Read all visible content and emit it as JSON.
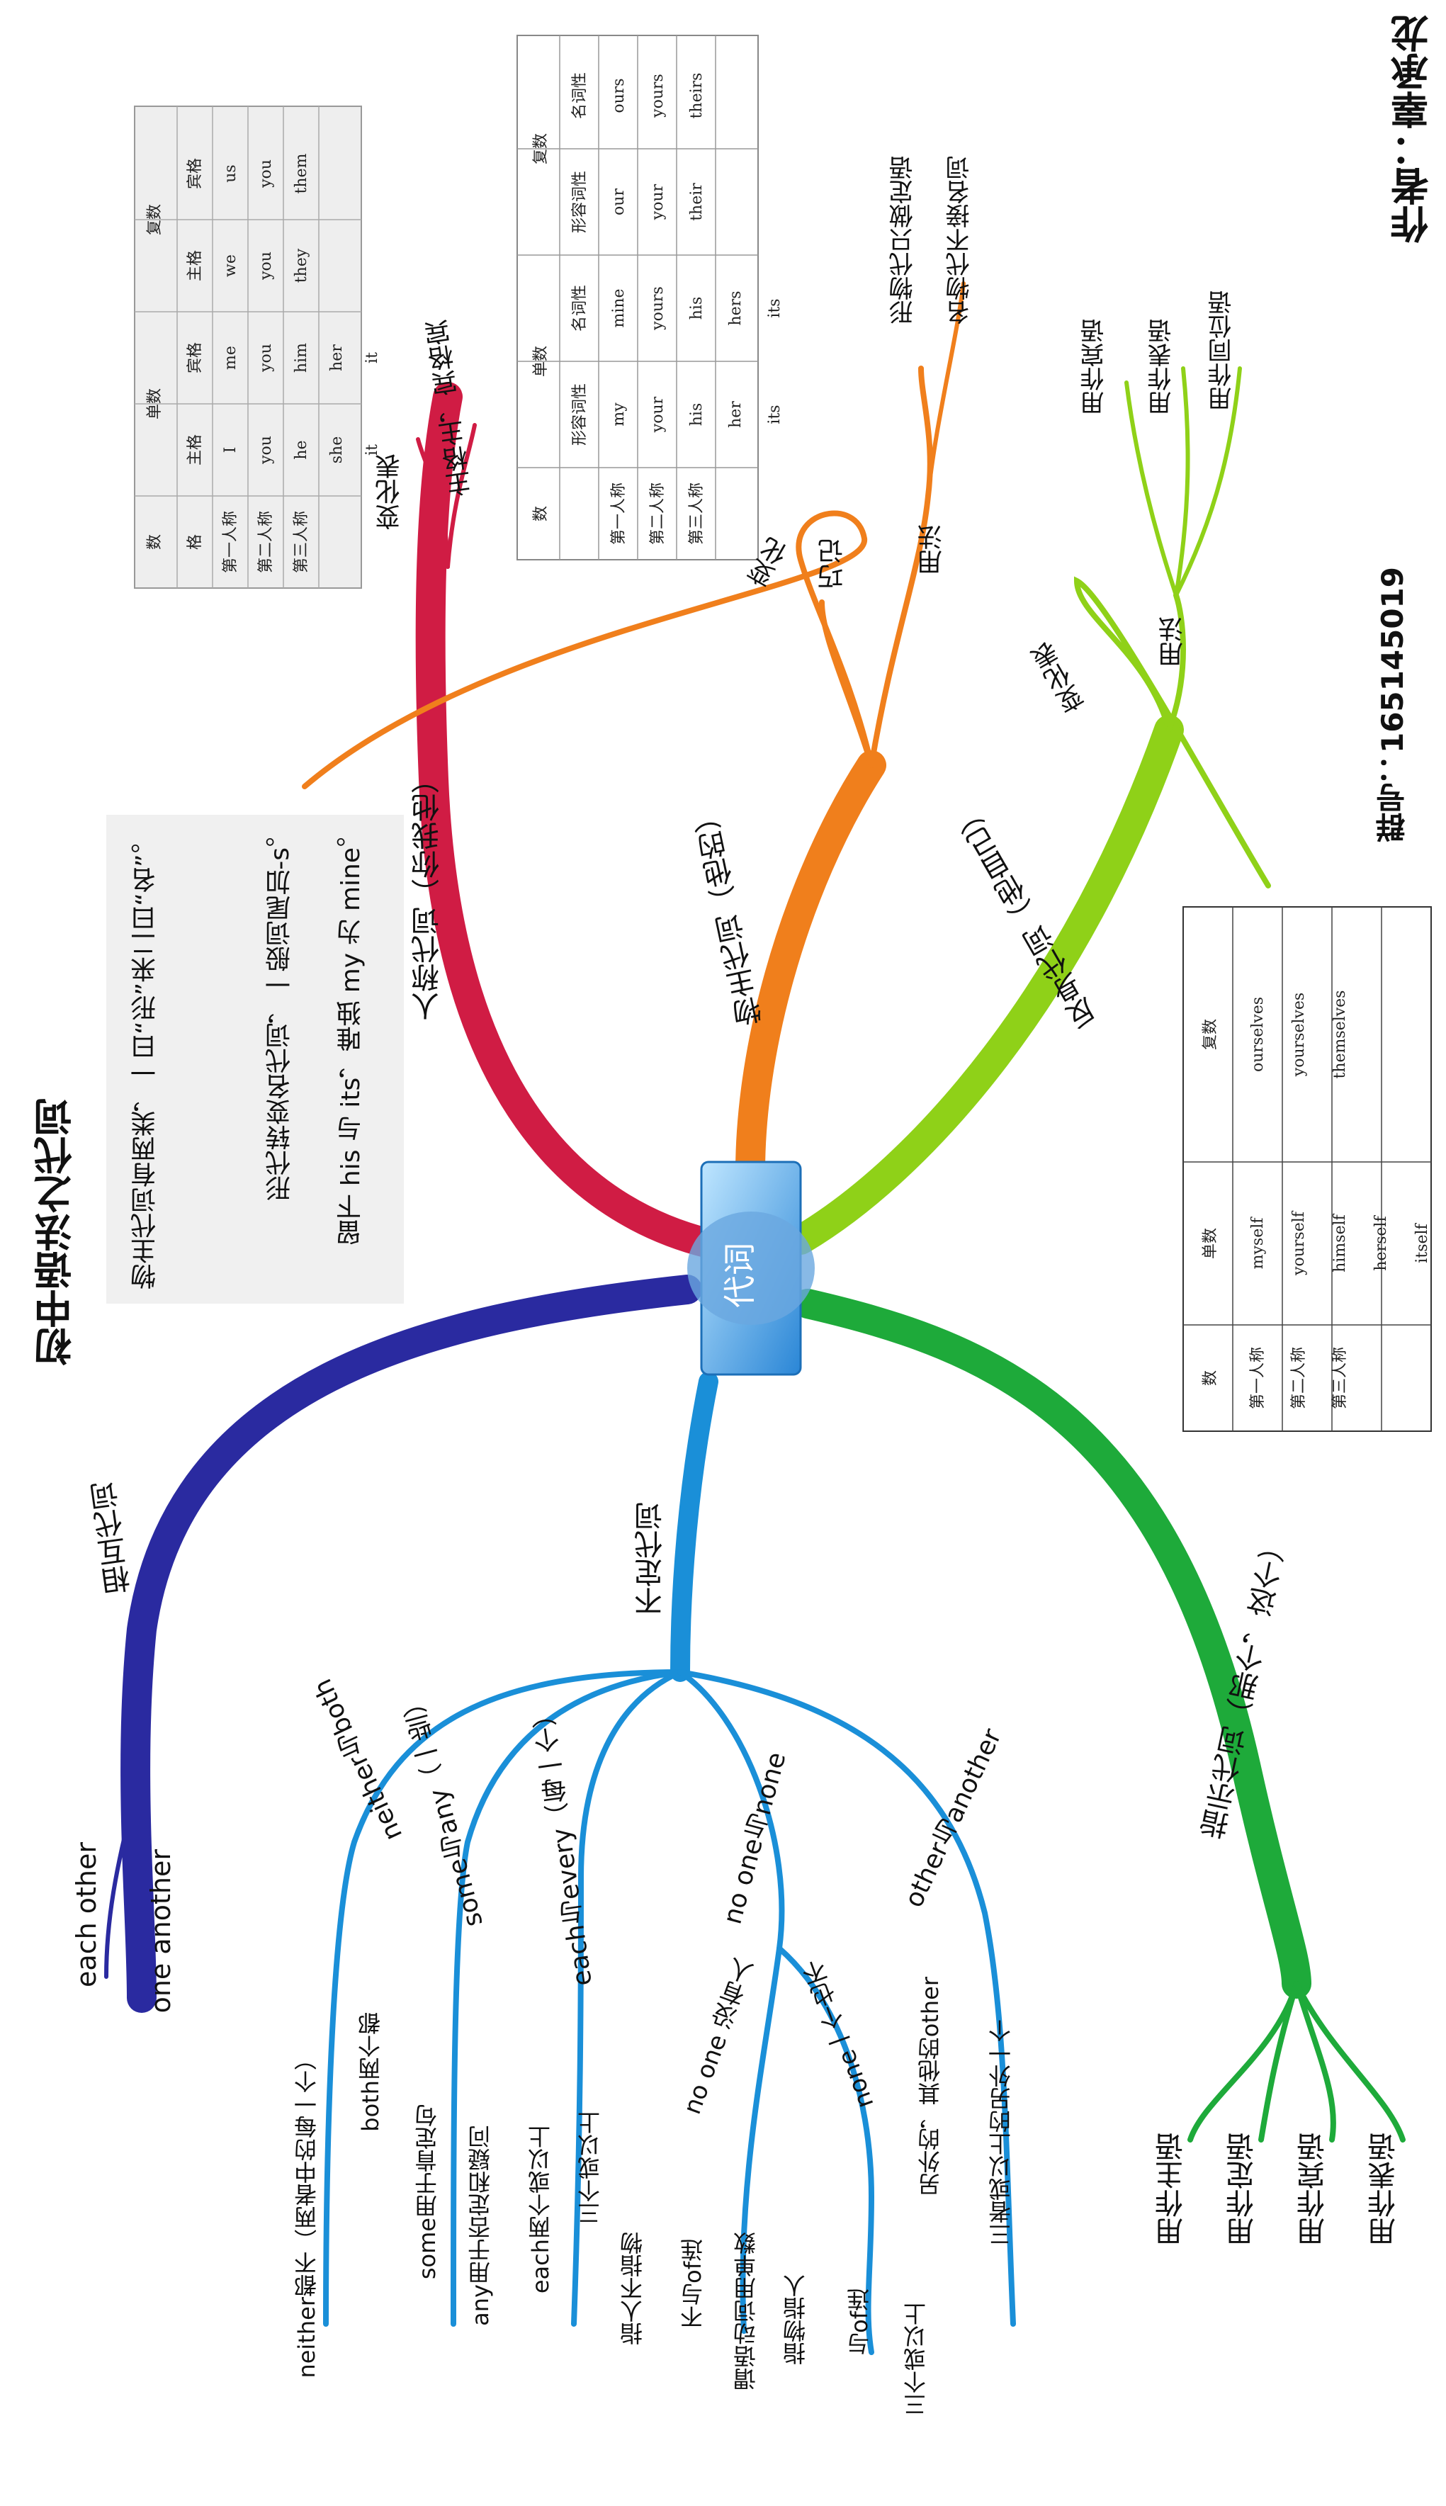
{
  "page": {
    "title": "初中语法之代词",
    "author": "作者：辜承龙",
    "group": "群号：165145019"
  },
  "center": {
    "label": "代词"
  },
  "branches": {
    "personal": {
      "label": "人称代词（你我他）",
      "color": "#d01c44",
      "children": [
        "变化表",
        "主格主，宾格宾"
      ]
    },
    "possessive": {
      "label": "物主代词（他的）",
      "color": "#f07f1c",
      "children": [
        "变化",
        "巧记",
        "用法"
      ],
      "usage": [
        "形物代只做定语",
        "名物代不接名词"
      ]
    },
    "reflexive": {
      "label": "反身代词（他自己）",
      "color": "#8fd118",
      "children": [
        "变化表",
        "用法"
      ],
      "usage": [
        "用作宾语",
        "用作表语",
        "用作同位语"
      ]
    },
    "demonstrative": {
      "label": "指示代词（那个，这个）",
      "color": "#1eaa3a",
      "usage": [
        "用作主语",
        "用作定语",
        "用作宾语",
        "用作表语"
      ]
    },
    "indefinite": {
      "label": "不定代词",
      "color": "#1a8fd8",
      "groups": [
        {
          "label": "neither与both",
          "items": [
            "neither都不（两者中的每一个）",
            "both两个都"
          ]
        },
        {
          "label": "some与any（一些）",
          "items": [
            "some用于肯定句",
            "any用于否定和疑问"
          ]
        },
        {
          "label": "each与every（每一个）",
          "items": [
            "each两个或以上",
            "三个或以上"
          ]
        },
        {
          "label": "no one与none",
          "sub": [
            {
              "label": "no one 没有人",
              "items": [
                "指人不指物",
                "不与of连",
                "谓语动词用单数"
              ]
            },
            {
              "label": "none一个也不",
              "items": [
                "指物指人",
                "与of连",
                "三个或以上"
              ]
            }
          ]
        },
        {
          "label": "other与another",
          "items": [
            "另外的，其他的other",
            "三者或以上的另外一个"
          ]
        }
      ]
    },
    "reciprocal": {
      "label": "相互代词",
      "color": "#2a2aa0",
      "children": [
        "each other",
        "one another"
      ]
    }
  },
  "mnemonic": {
    "lines": [
      "物主代词有两类，一曰“形”来二曰“名”。",
      "形代转变名代词，一般词尾加-s。",
      "留下 his 与 its，唯独 my 为 mine。"
    ]
  },
  "personal_table": {
    "header_top": [
      "数",
      "单数",
      "复数"
    ],
    "header_sub": [
      "格",
      "主格",
      "宾格",
      "主格",
      "宾格"
    ],
    "rows": [
      {
        "person": "第一人称",
        "cells": [
          "I",
          "me",
          "we",
          "us"
        ]
      },
      {
        "person": "第二人称",
        "cells": [
          "you",
          "you",
          "you",
          "you"
        ]
      },
      {
        "person": "第三人称",
        "cells": [
          "he",
          "him",
          "they",
          "them"
        ]
      },
      {
        "person": "",
        "cells": [
          "she",
          "her",
          "",
          ""
        ]
      },
      {
        "person": "",
        "cells": [
          "it",
          "it",
          "",
          ""
        ]
      }
    ]
  },
  "possessive_table": {
    "header_top": [
      "数",
      "单数",
      "复数"
    ],
    "header_sub": [
      "形容词性",
      "名词性",
      "形容词性",
      "名词性"
    ],
    "rows": [
      {
        "person": "第一人称",
        "cells": [
          "my",
          "mine",
          "our",
          "ours"
        ]
      },
      {
        "person": "第二人称",
        "cells": [
          "your",
          "yours",
          "your",
          "yours"
        ]
      },
      {
        "person": "第三人称",
        "cells": [
          "his",
          "his",
          "their",
          "theirs"
        ]
      },
      {
        "person": "",
        "cells": [
          "her",
          "hers",
          "",
          ""
        ]
      },
      {
        "person": "",
        "cells": [
          "its",
          "its",
          "",
          ""
        ]
      }
    ]
  },
  "reflexive_table": {
    "header": [
      "数",
      "单数",
      "复数"
    ],
    "rows": [
      {
        "person": "第一人称",
        "cells": [
          "myself",
          "ourselves"
        ]
      },
      {
        "person": "第二人称",
        "cells": [
          "yourself",
          "yourselves"
        ]
      },
      {
        "person": "第三人称",
        "cells": [
          "himself",
          "themselves"
        ]
      },
      {
        "person": "",
        "cells": [
          "herself",
          ""
        ]
      },
      {
        "person": "",
        "cells": [
          "itself",
          ""
        ]
      }
    ]
  }
}
